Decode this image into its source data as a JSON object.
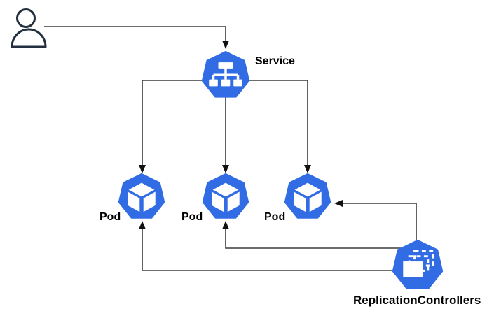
{
  "diagram": {
    "nodes": {
      "user": {
        "label": ""
      },
      "service": {
        "label": "Service"
      },
      "pod1": {
        "label": "Pod"
      },
      "pod2": {
        "label": "Pod"
      },
      "pod3": {
        "label": "Pod"
      },
      "replication_controllers": {
        "label": "ReplicationControllers"
      }
    },
    "edges": [
      "user -> service",
      "service -> pod1",
      "service -> pod2",
      "service -> pod3",
      "replication_controllers -> pod1",
      "replication_controllers -> pod2",
      "replication_controllers -> pod3"
    ],
    "colors": {
      "kubernetes_blue": "#326CE5",
      "icon_white": "#FFFFFF",
      "user_outline": "#232F3E",
      "connector": "#3B3B3B",
      "arrowhead": "#111111"
    }
  }
}
